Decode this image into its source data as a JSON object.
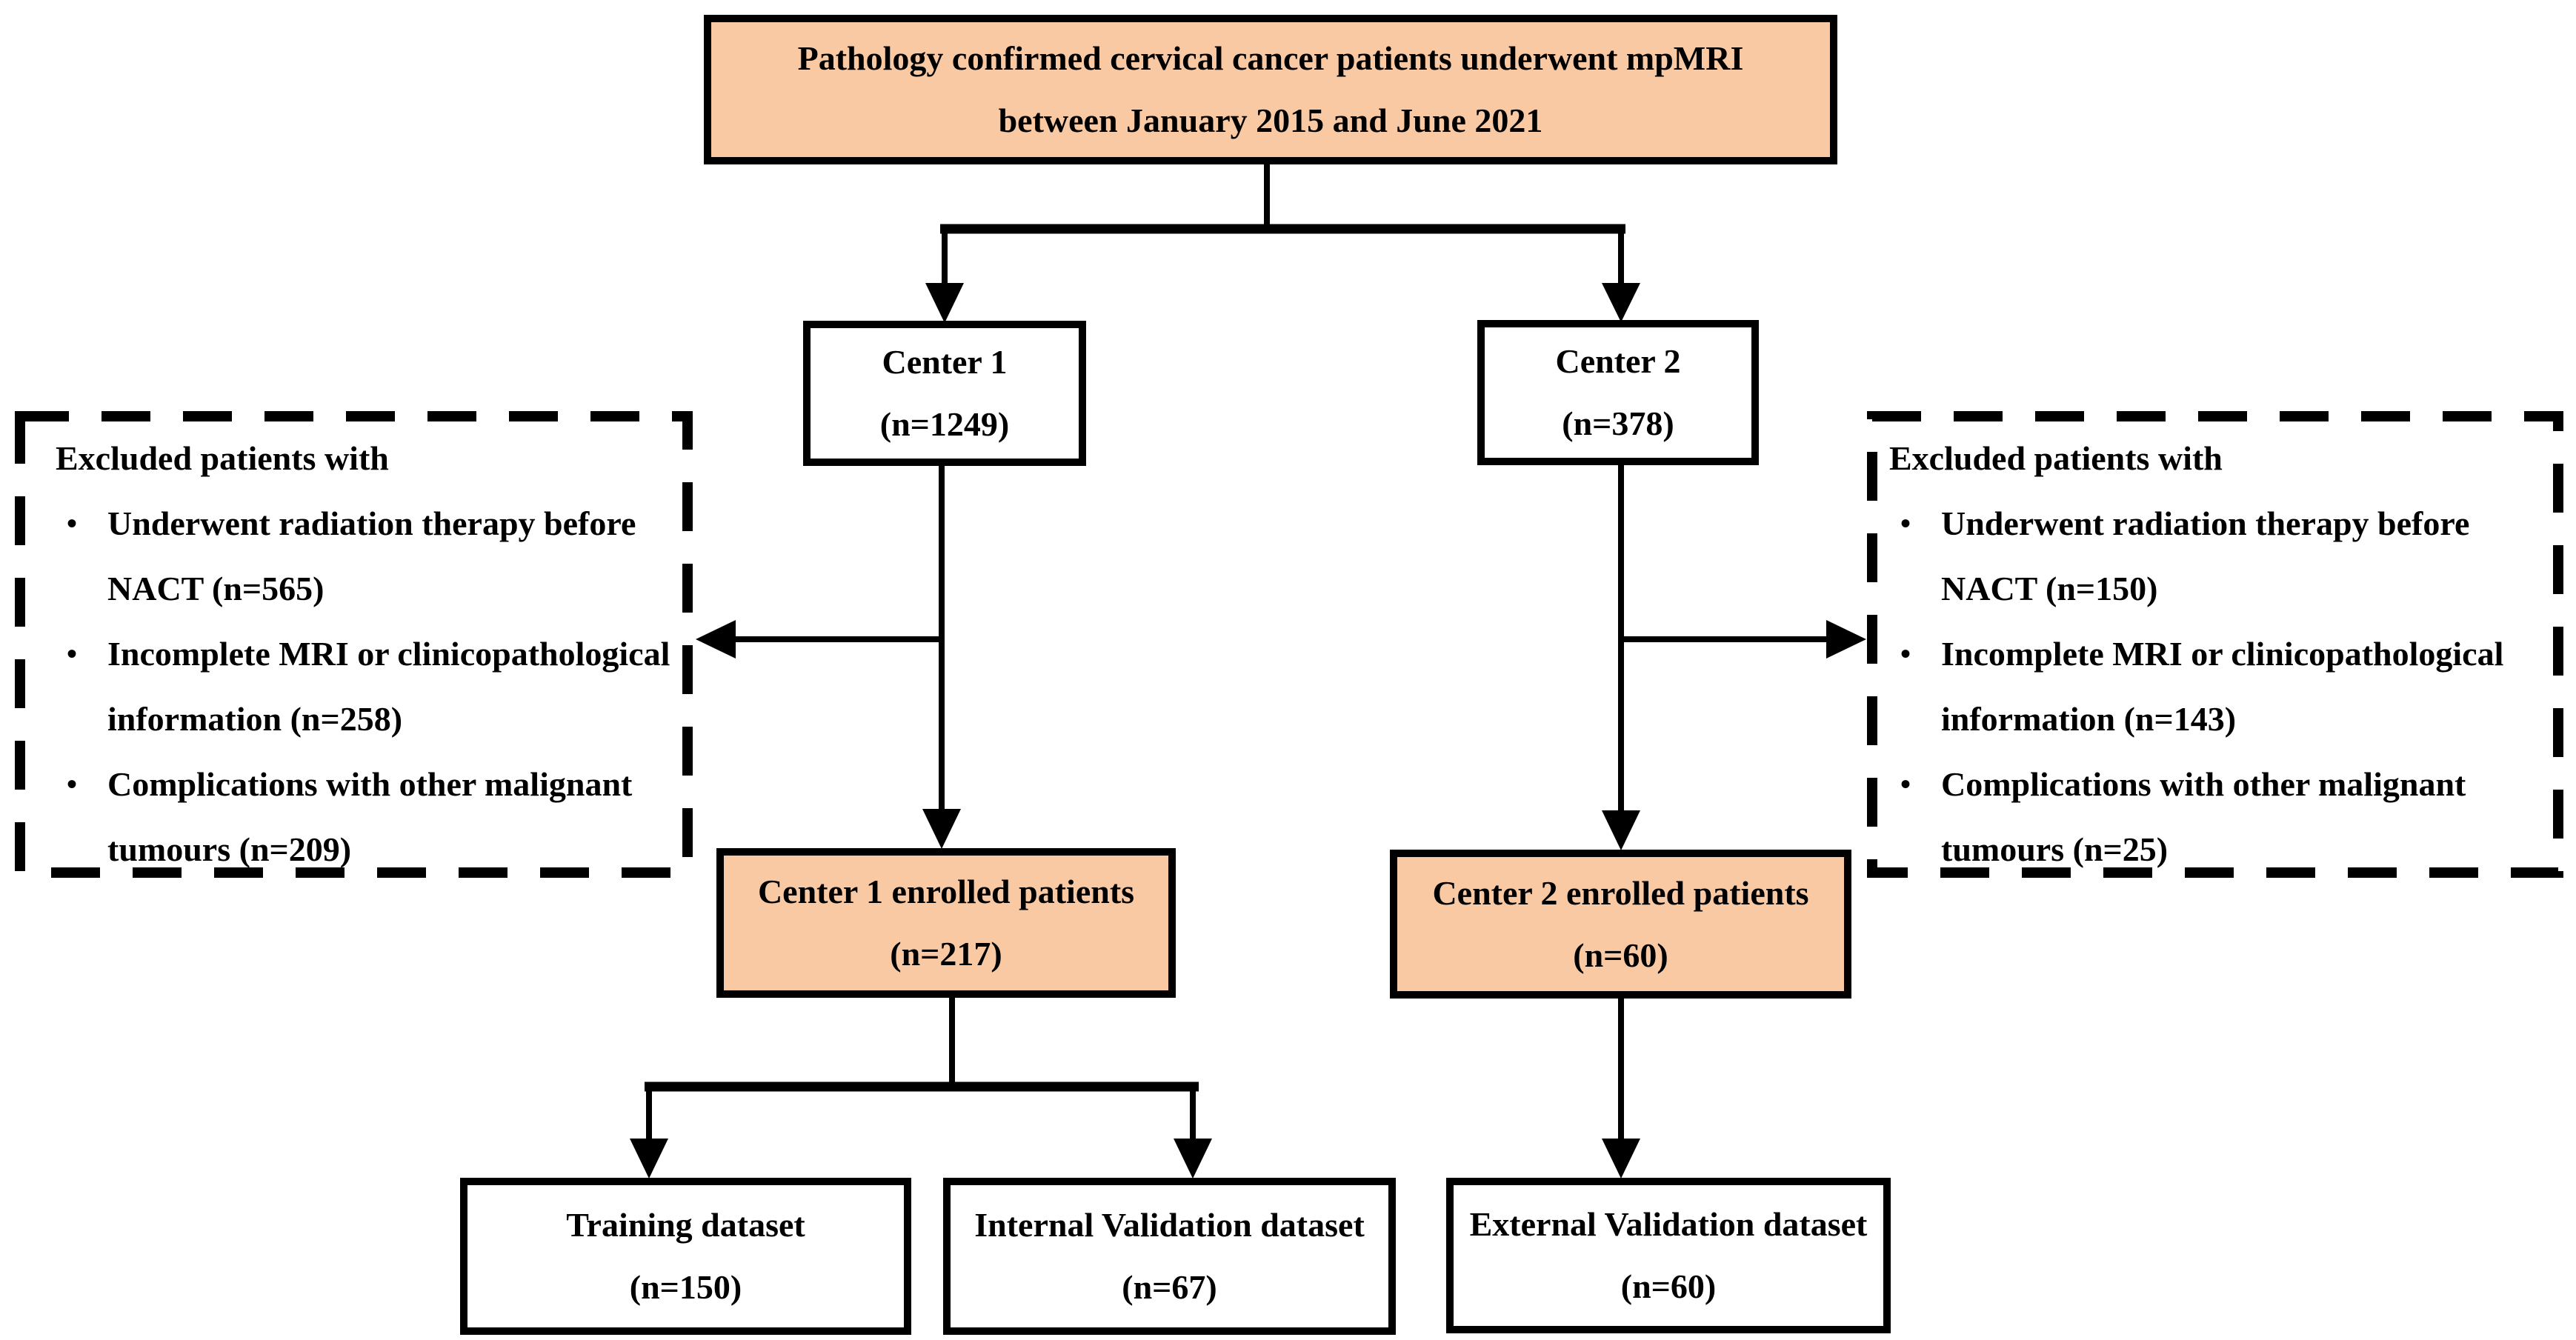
{
  "flowchart": {
    "bullet_char": "•",
    "colors": {
      "accent_fill": "#F9C9A4",
      "plain_fill": "#FFFFFF",
      "line_color": "#000000"
    },
    "top_box": {
      "line1": "Pathology confirmed cervical cancer patients underwent mpMRI",
      "line2": "between January 2015 and June 2021"
    },
    "center1_box": {
      "line1": "Center 1",
      "line2": "(n=1249)"
    },
    "center2_box": {
      "line1": "Center 2",
      "line2": "(n=378)"
    },
    "excluded_left_box": {
      "title": "Excluded patients with",
      "items": [
        {
          "line1": "Underwent radiation therapy before",
          "line2": "NACT (n=565)"
        },
        {
          "line1": "Incomplete MRI or clinicopathological",
          "line2": "information (n=258)"
        },
        {
          "line1": "Complications with other malignant",
          "line2": "tumours (n=209)"
        }
      ]
    },
    "excluded_right_box": {
      "title": "Excluded patients with",
      "items": [
        {
          "line1": "Underwent radiation therapy before",
          "line2": "NACT (n=150)"
        },
        {
          "line1": "Incomplete MRI or clinicopathological",
          "line2": "information (n=143)"
        },
        {
          "line1": "Complications with other malignant",
          "line2": "tumours (n=25)"
        }
      ]
    },
    "enrolled1_box": {
      "line1": "Center 1 enrolled patients",
      "line2": "(n=217)"
    },
    "enrolled2_box": {
      "line1": "Center 2 enrolled patients",
      "line2": "(n=60)"
    },
    "training_box": {
      "line1": "Training dataset",
      "line2": "(n=150)"
    },
    "internal_box": {
      "line1": "Internal Validation dataset",
      "line2": "(n=67)"
    },
    "external_box": {
      "line1": "External Validation dataset",
      "line2": "(n=60)"
    }
  }
}
